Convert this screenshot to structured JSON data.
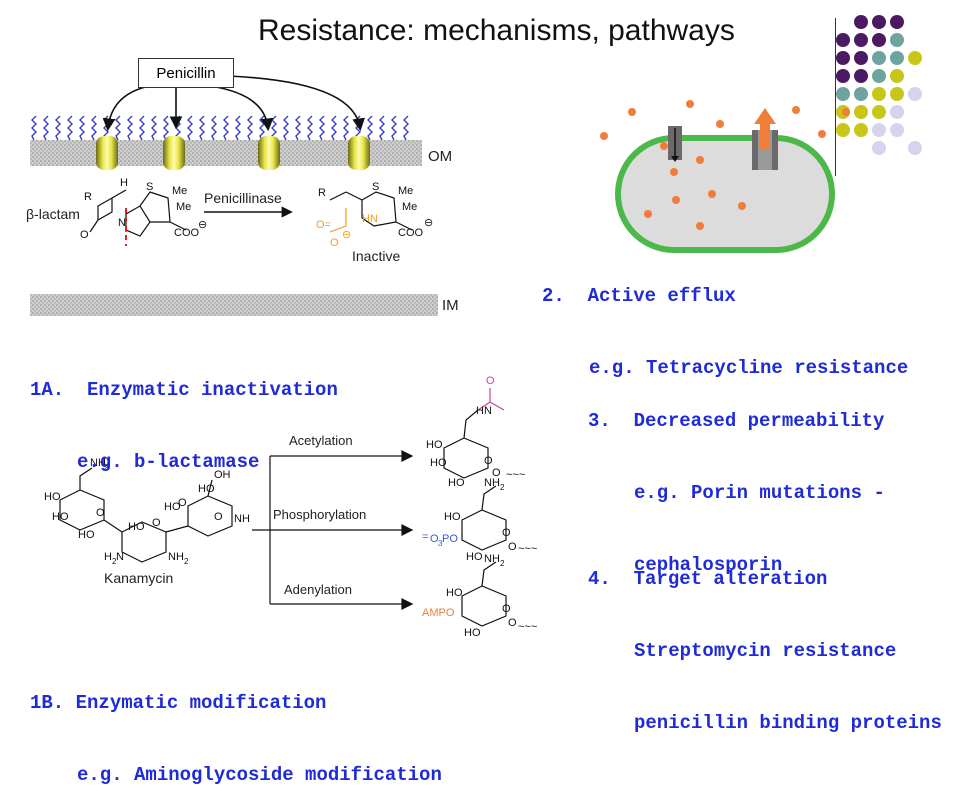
{
  "title": "Resistance: mechanisms, pathways",
  "penicillin_label": "Penicillin",
  "om_label": "OM",
  "im_label": "IM",
  "beta_lactam_label": "β-lactam",
  "penicillinase_label": "Penicillinase",
  "inactive_label": "Inactive",
  "mech_1a": {
    "line1": "1A.  Enzymatic inactivation",
    "line2": "e.g. b-lactamase"
  },
  "mech_2": {
    "line1": "2.  Active efflux",
    "line2": "e.g. Tetracycline resistance"
  },
  "mech_3": {
    "line1": "3.  Decreased permeability",
    "line2": "e.g. Porin mutations -",
    "line3": "cephalosporin"
  },
  "mech_4": {
    "line1": "4.  Target alteration",
    "line2": "Streptomycin resistance",
    "line3": "penicillin binding proteins"
  },
  "mech_1b": {
    "line1": "1B. Enzymatic modification",
    "line2": "e.g. Aminoglycoside modification"
  },
  "modifications": {
    "acetylation": "Acetylation",
    "phosphorylation": "Phosphorylation",
    "adenylation": "Adenylation"
  },
  "kanamycin_label": "Kanamycin",
  "colors": {
    "blue_text": "#1f2bd6",
    "purple_dot": "#4b1a63",
    "teal_dot": "#6fa3a0",
    "yellow_dot": "#c9c61a",
    "lavender_dot": "#d4d4ec",
    "cell_green": "#4cb84a",
    "drug_orange": "#f07d3a"
  }
}
